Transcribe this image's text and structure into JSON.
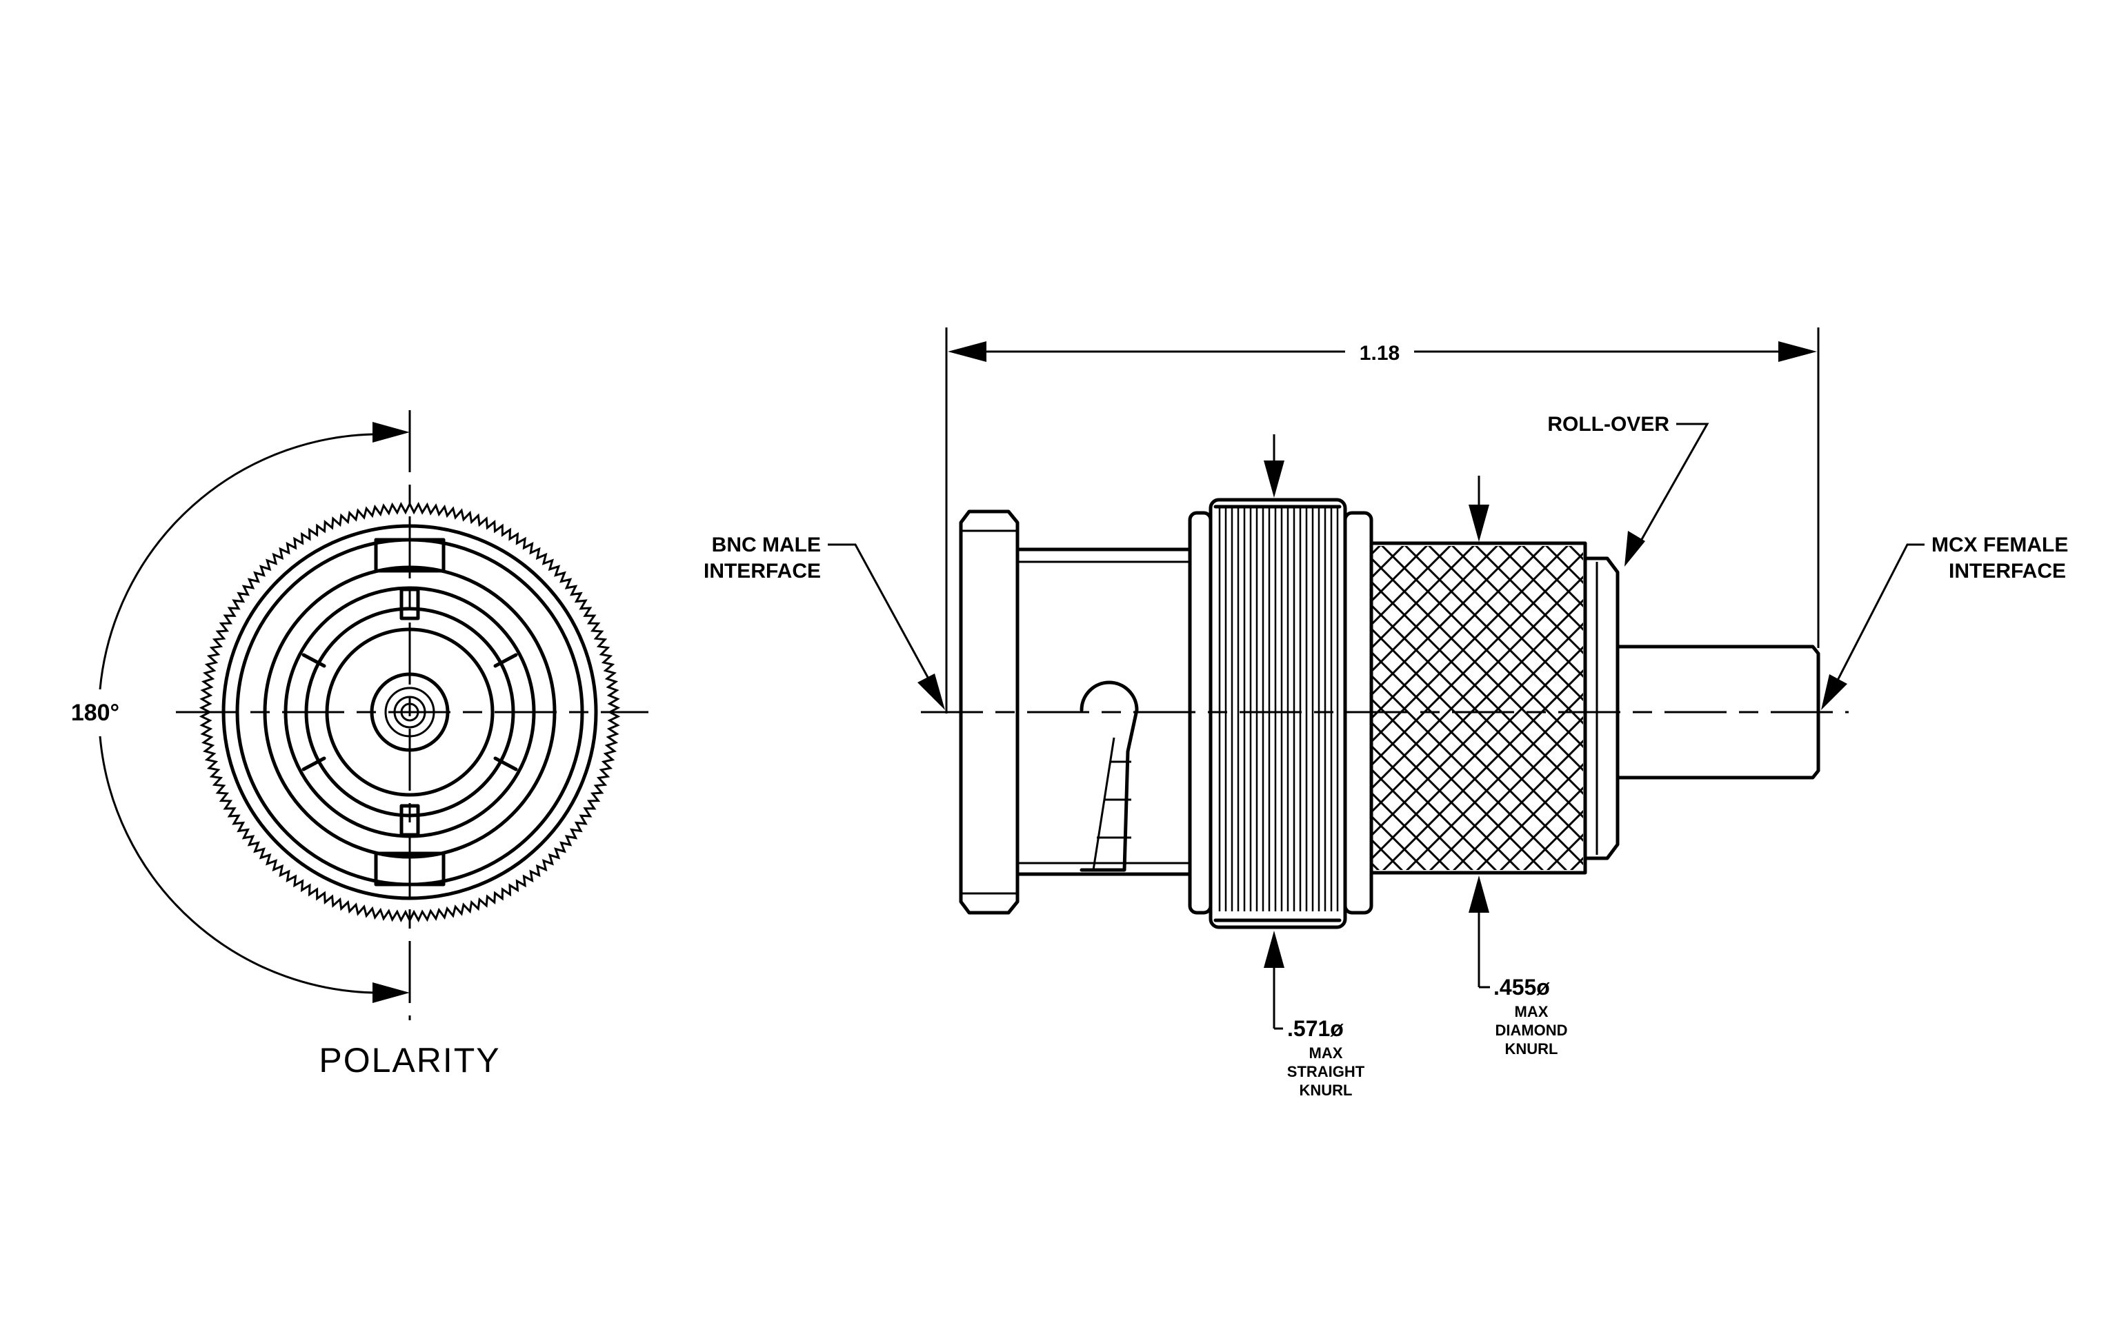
{
  "labels": {
    "polarity": "POLARITY",
    "angle": "180°",
    "overall_length": "1.18",
    "roll_over": "ROLL-OVER",
    "bnc_line1": "BNC MALE",
    "bnc_line2": "INTERFACE",
    "mcx_line1": "MCX FEMALE",
    "mcx_line2": "INTERFACE",
    "straight_dim": ".571ø",
    "straight_l1": "MAX",
    "straight_l2": "STRAIGHT",
    "straight_l3": "KNURL",
    "diamond_dim": ".455ø",
    "diamond_l1": "MAX",
    "diamond_l2": "DIAMOND",
    "diamond_l3": "KNURL"
  },
  "colors": {
    "line": "#000000",
    "background": "#ffffff"
  }
}
